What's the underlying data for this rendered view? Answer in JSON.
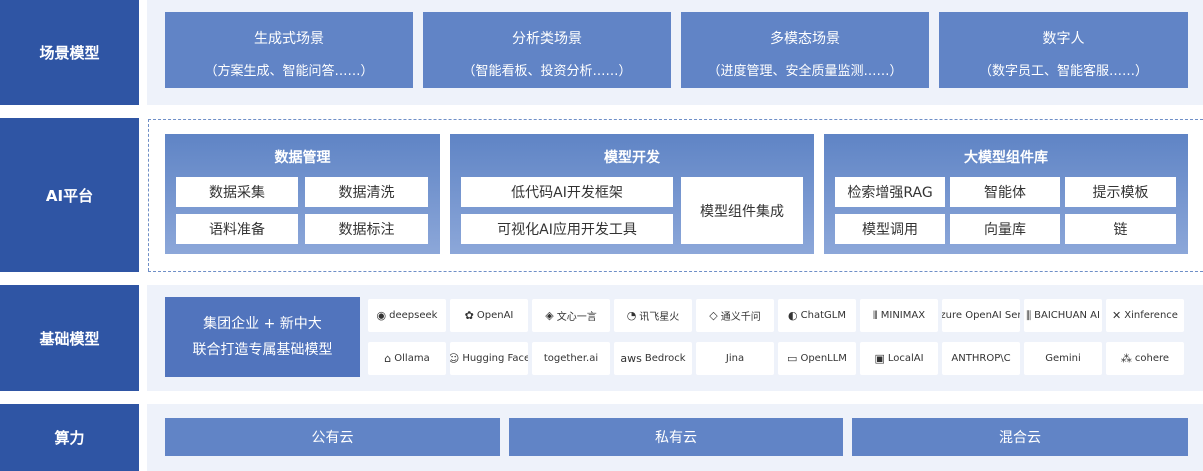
{
  "rows": {
    "scene": "场景模型",
    "ai": "AI平台",
    "foundation": "基础模型",
    "compute": "算力"
  },
  "scenes": [
    {
      "title": "生成式场景",
      "sub": "（方案生成、智能问答……）"
    },
    {
      "title": "分析类场景",
      "sub": "（智能看板、投资分析……）"
    },
    {
      "title": "多模态场景",
      "sub": "（进度管理、安全质量监测……）"
    },
    {
      "title": "数字人",
      "sub": "（数字员工、智能客服……）"
    }
  ],
  "data_mgmt": {
    "title": "数据管理",
    "items": [
      "数据采集",
      "数据清洗",
      "语料准备",
      "数据标注"
    ]
  },
  "model_dev": {
    "title": "模型开发",
    "items": [
      "低代码AI开发框架",
      "可视化AI应用开发工具",
      "模型组件集成"
    ]
  },
  "llm_lib": {
    "title": "大模型组件库",
    "items": [
      "检索增强RAG",
      "智能体",
      "提示模板",
      "模型调用",
      "向量库",
      "链"
    ]
  },
  "foundation_main": {
    "line1": "集团企业 + 新中大",
    "line2": "联合打造专属基础模型"
  },
  "logos": [
    {
      "name": "deepseek",
      "icon": "whale-icon",
      "glyph": "◉"
    },
    {
      "name": "OpenAI",
      "icon": "openai-icon",
      "glyph": "✿"
    },
    {
      "name": "文心一言",
      "icon": "wenxin-icon",
      "glyph": "◈"
    },
    {
      "name": "讯飞星火",
      "icon": "spark-icon",
      "glyph": "◔"
    },
    {
      "name": "通义千问",
      "icon": "tongyi-icon",
      "glyph": "◇"
    },
    {
      "name": "ChatGLM",
      "icon": "chatglm-icon",
      "glyph": "◐"
    },
    {
      "name": "MINIMAX",
      "icon": "minimax-icon",
      "glyph": "⦀"
    },
    {
      "name": "Azure OpenAI Service",
      "icon": "azure-icon",
      "glyph": "▦"
    },
    {
      "name": "BAICHUAN AI",
      "icon": "baichuan-icon",
      "glyph": "⫼"
    },
    {
      "name": "Xinference",
      "icon": "xinference-icon",
      "glyph": "✕"
    },
    {
      "name": "Ollama",
      "icon": "llama-icon",
      "glyph": "⌂"
    },
    {
      "name": "Hugging Face",
      "icon": "huggingface-icon",
      "glyph": "☺"
    },
    {
      "name": "together.ai",
      "icon": "",
      "glyph": ""
    },
    {
      "name": "Bedrock",
      "icon": "aws-icon",
      "glyph": "aws"
    },
    {
      "name": "Jina",
      "icon": "jina-icon",
      "glyph": ""
    },
    {
      "name": "OpenLLM",
      "icon": "openllm-icon",
      "glyph": "▭"
    },
    {
      "name": "LocalAI",
      "icon": "localai-icon",
      "glyph": "▣"
    },
    {
      "name": "ANTHROP\\C",
      "icon": "",
      "glyph": ""
    },
    {
      "name": "Gemini",
      "icon": "",
      "glyph": ""
    },
    {
      "name": "cohere",
      "icon": "cohere-icon",
      "glyph": "⁂"
    }
  ],
  "compute": [
    "公有云",
    "私有云",
    "混合云"
  ]
}
